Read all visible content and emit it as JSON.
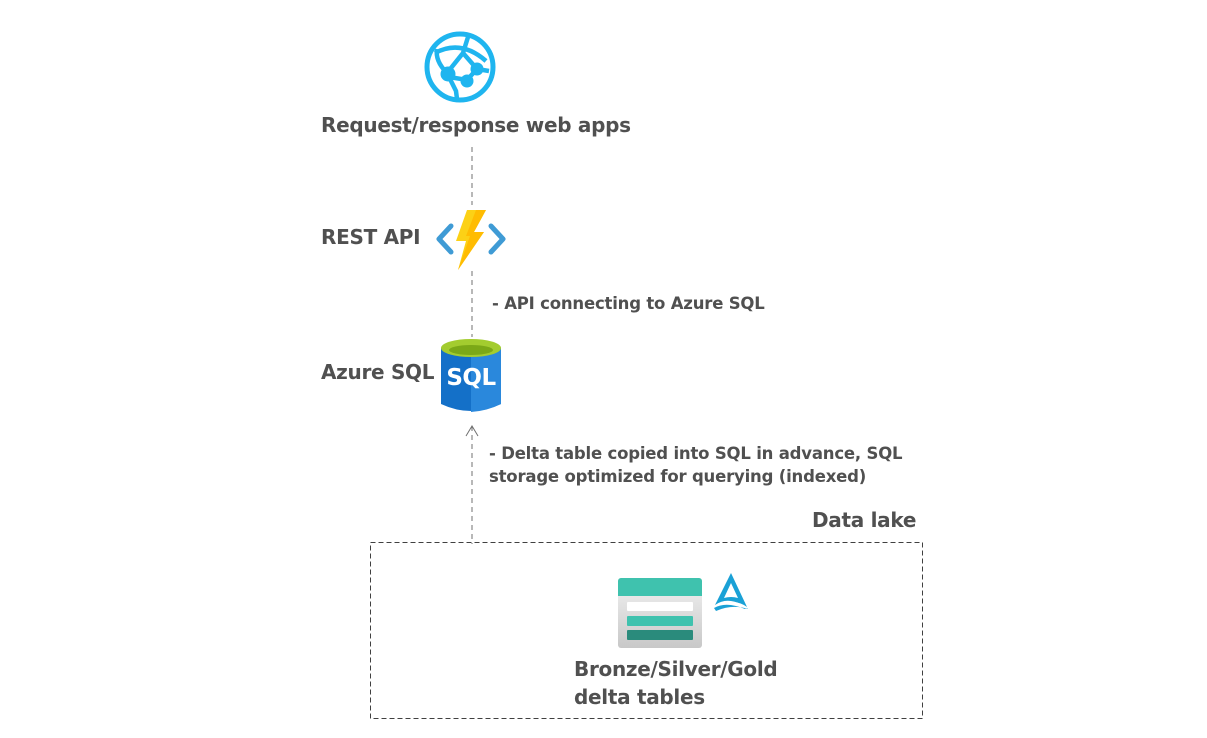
{
  "nodes": {
    "web_apps": {
      "label": "Request/response web apps",
      "icon": "web-app-globe-icon"
    },
    "rest_api": {
      "label": "REST API",
      "icon": "azure-functions-icon"
    },
    "azure_sql": {
      "label": "Azure SQL",
      "icon": "sql-database-icon",
      "icon_text": "SQL"
    },
    "data_lake": {
      "group_label": "Data lake",
      "label_line1": "Bronze/Silver/Gold",
      "label_line2": "delta tables",
      "icons": [
        "storage-table-icon",
        "data-lake-delta-icon"
      ]
    }
  },
  "edges": [
    {
      "from": "web_apps",
      "to": "rest_api",
      "style": "dashed",
      "annotation": ""
    },
    {
      "from": "rest_api",
      "to": "azure_sql",
      "style": "dashed",
      "annotation": "- API connecting to Azure SQL"
    },
    {
      "from": "data_lake",
      "to": "azure_sql",
      "style": "dashed-arrow",
      "annotation_line1": "- Delta table copied into SQL in advance, SQL",
      "annotation_line2": "storage optimized for querying (indexed)"
    }
  ],
  "colors": {
    "text": "#505050",
    "web_app_blue": "#1fb5ef",
    "function_yellow": "#fcd116",
    "function_orange": "#ffb900",
    "function_brackets": "#3f9bd5",
    "sql_blue": "#1470c8",
    "sql_blue_light": "#2a88dc",
    "sql_top_green": "#a3cc2f",
    "table_teal": "#3fc2ae",
    "table_dark_teal": "#2a8b7c",
    "lake_blue": "#1aa1d6"
  }
}
